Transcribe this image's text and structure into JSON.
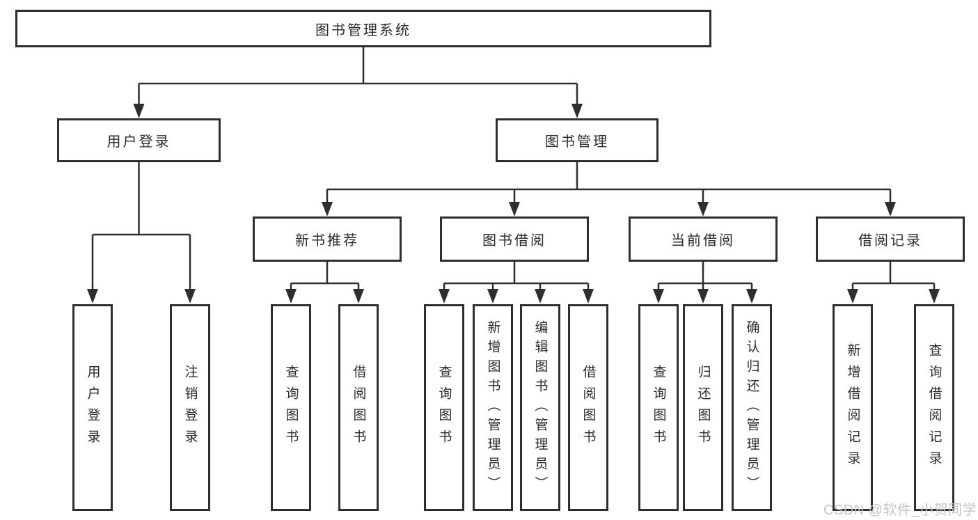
{
  "diagram": {
    "colors": {
      "line": "#2e2e2e",
      "node_border": "#2e2e2e",
      "node_fill": "#ffffff",
      "text": "#2b2b2b",
      "background": "#ffffff",
      "watermark_text": "#c4c4ca"
    },
    "tree": {
      "root": {
        "label": "图书管理系统"
      },
      "branches": [
        {
          "label": "用户登录",
          "children": [
            {
              "label": "用户登录"
            },
            {
              "label": "注销登录"
            }
          ]
        },
        {
          "label": "图书管理",
          "children": [
            {
              "label": "新书推荐",
              "children": [
                {
                  "label": "查询图书"
                },
                {
                  "label": "借阅图书"
                }
              ]
            },
            {
              "label": "图书借阅",
              "children": [
                {
                  "label": "查询图书"
                },
                {
                  "label": "新增图书（管理员）"
                },
                {
                  "label": "编辑图书（管理员）"
                },
                {
                  "label": "借阅图书"
                }
              ]
            },
            {
              "label": "当前借阅",
              "children": [
                {
                  "label": "查询图书"
                },
                {
                  "label": "归还图书"
                },
                {
                  "label": "确认归还（管理员）"
                }
              ]
            },
            {
              "label": "借阅记录",
              "children": [
                {
                  "label": "新增借阅记录"
                },
                {
                  "label": "查询借阅记录"
                }
              ]
            }
          ]
        }
      ]
    }
  },
  "watermark": {
    "text": "CSDN @软件_小贺同学"
  }
}
